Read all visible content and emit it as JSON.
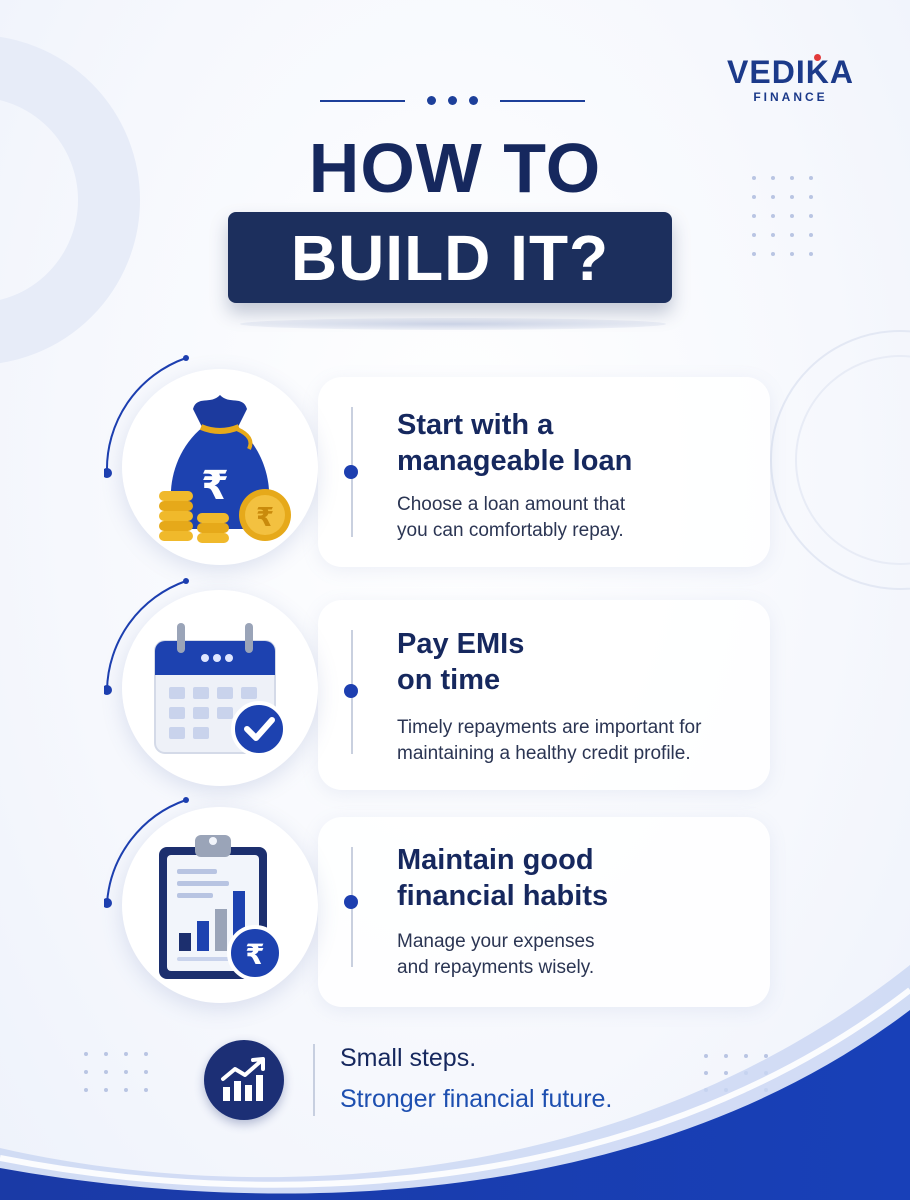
{
  "brand": {
    "name": "VEDIKA",
    "tagline": "FINANCE"
  },
  "heading": {
    "line1": "HOW TO",
    "line2": "BUILD IT?"
  },
  "steps": [
    {
      "icon": "money-bag-icon",
      "title_1": "Start with a",
      "title_2": "manageable loan",
      "desc_1": "Choose a loan amount that",
      "desc_2": "you can comfortably repay."
    },
    {
      "icon": "calendar-check-icon",
      "title_1": "Pay EMIs",
      "title_2": "on time",
      "desc_1": "Timely repayments are important for",
      "desc_2": "maintaining a healthy credit profile."
    },
    {
      "icon": "clipboard-chart-icon",
      "title_1": "Maintain good",
      "title_2": "financial habits",
      "desc_1": "Manage your expenses",
      "desc_2": "and repayments wisely."
    }
  ],
  "footer": {
    "icon": "growth-chart-icon",
    "line1": "Small steps.",
    "line2": "Stronger financial future."
  },
  "colors": {
    "navy": "#16285e",
    "accent_blue": "#1d3fb0",
    "title_box": "#1c2f5d",
    "brand_dot": "#e23a3a",
    "gold": "#e6a91a"
  }
}
